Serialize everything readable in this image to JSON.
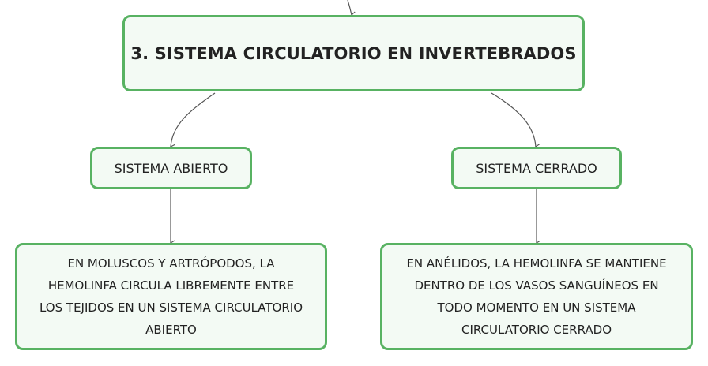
{
  "diagram": {
    "main_node": {
      "label": "3. SISTEMA CIRCULATORIO EN INVERTEBRADOS"
    },
    "branches": [
      {
        "label": "SISTEMA ABIERTO",
        "detail_lines": [
          "EN MOLUSCOS Y ARTRÓPODOS, LA",
          "HEMOLINFA CIRCULA LIBREMENTE ENTRE",
          "LOS TEJIDOS EN UN SISTEMA CIRCULATORIO",
          "ABIERTO"
        ]
      },
      {
        "label": "SISTEMA CERRADO",
        "detail_lines": [
          "EN ANÉLIDOS, LA HEMOLINFA SE MANTIENE",
          "DENTRO DE LOS VASOS SANGUÍNEOS EN",
          "TODO MOMENTO EN UN SISTEMA",
          "CIRCULATORIO CERRADO"
        ]
      }
    ],
    "colors": {
      "node_border": "#58b262",
      "node_fill": "#f3faf4",
      "connector": "#555555"
    }
  }
}
